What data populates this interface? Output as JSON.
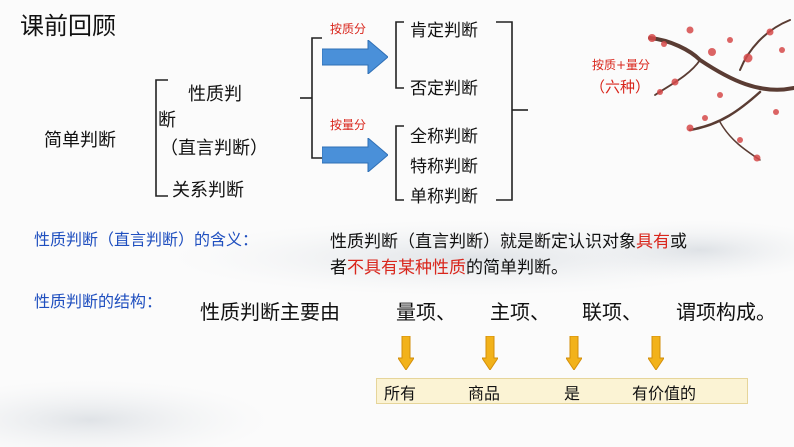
{
  "title": "课前回顾",
  "tree": {
    "root": "简单判断",
    "branch1_line1": "性质判",
    "branch1_line2": "断",
    "branch1_line3": "（直言判断）",
    "branch2": "关系判断",
    "by_quality_label": "按质分",
    "by_quantity_label": "按量分",
    "quality_items": [
      "肯定判断",
      "否定判断"
    ],
    "quantity_items": [
      "全称判断",
      "特称判断",
      "单称判断"
    ],
    "combined_label": "按质+量分",
    "combined_count": "（六种）"
  },
  "definition": {
    "label": "性质判断（直言判断）的含义：",
    "text_part1": "性质判断（直言判断）就是断定认识对象",
    "text_red1": "具有",
    "text_part2": "或",
    "text_part3": "者",
    "text_red2": "不具有某种性质",
    "text_part4": "的简单判断。"
  },
  "structure": {
    "label": "性质判断的结构：",
    "sentence_intro": "性质判断主要由",
    "terms": [
      "量项、",
      "主项、",
      "联项、",
      "谓项构成。"
    ],
    "example_words": [
      "所有",
      "商品",
      "是",
      "有价值的"
    ]
  },
  "colors": {
    "blue": "#1f4fbf",
    "red": "#d9261c",
    "arrow_blue": "#4a90d9",
    "arrow_down": "#e8a817"
  }
}
